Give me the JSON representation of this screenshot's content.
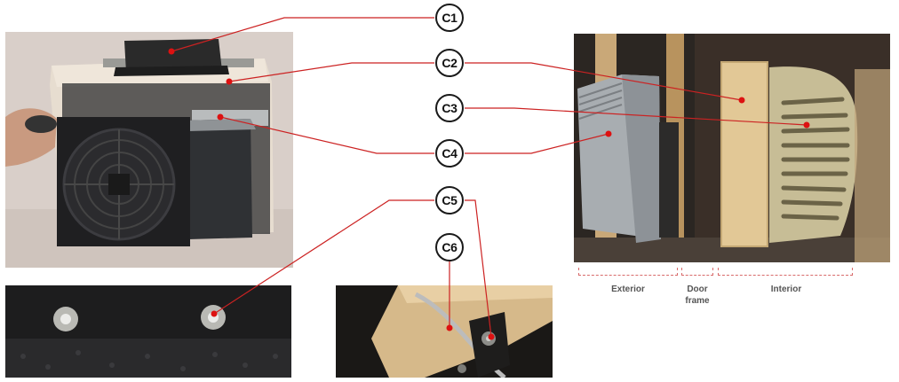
{
  "callouts": [
    {
      "id": "c1",
      "label": "C1"
    },
    {
      "id": "c2",
      "label": "C2"
    },
    {
      "id": "c3",
      "label": "C3"
    },
    {
      "id": "c4",
      "label": "C4"
    },
    {
      "id": "c5",
      "label": "C5"
    },
    {
      "id": "c6",
      "label": "C6"
    }
  ],
  "zones": {
    "exterior": "Exterior",
    "door_frame": "Door\nframe",
    "interior": "Interior"
  },
  "colors": {
    "leader_line": "#cc2222",
    "marker_dot": "#dd1111",
    "badge_border": "#1a1a1a",
    "dimension_line": "#d86a6a"
  }
}
